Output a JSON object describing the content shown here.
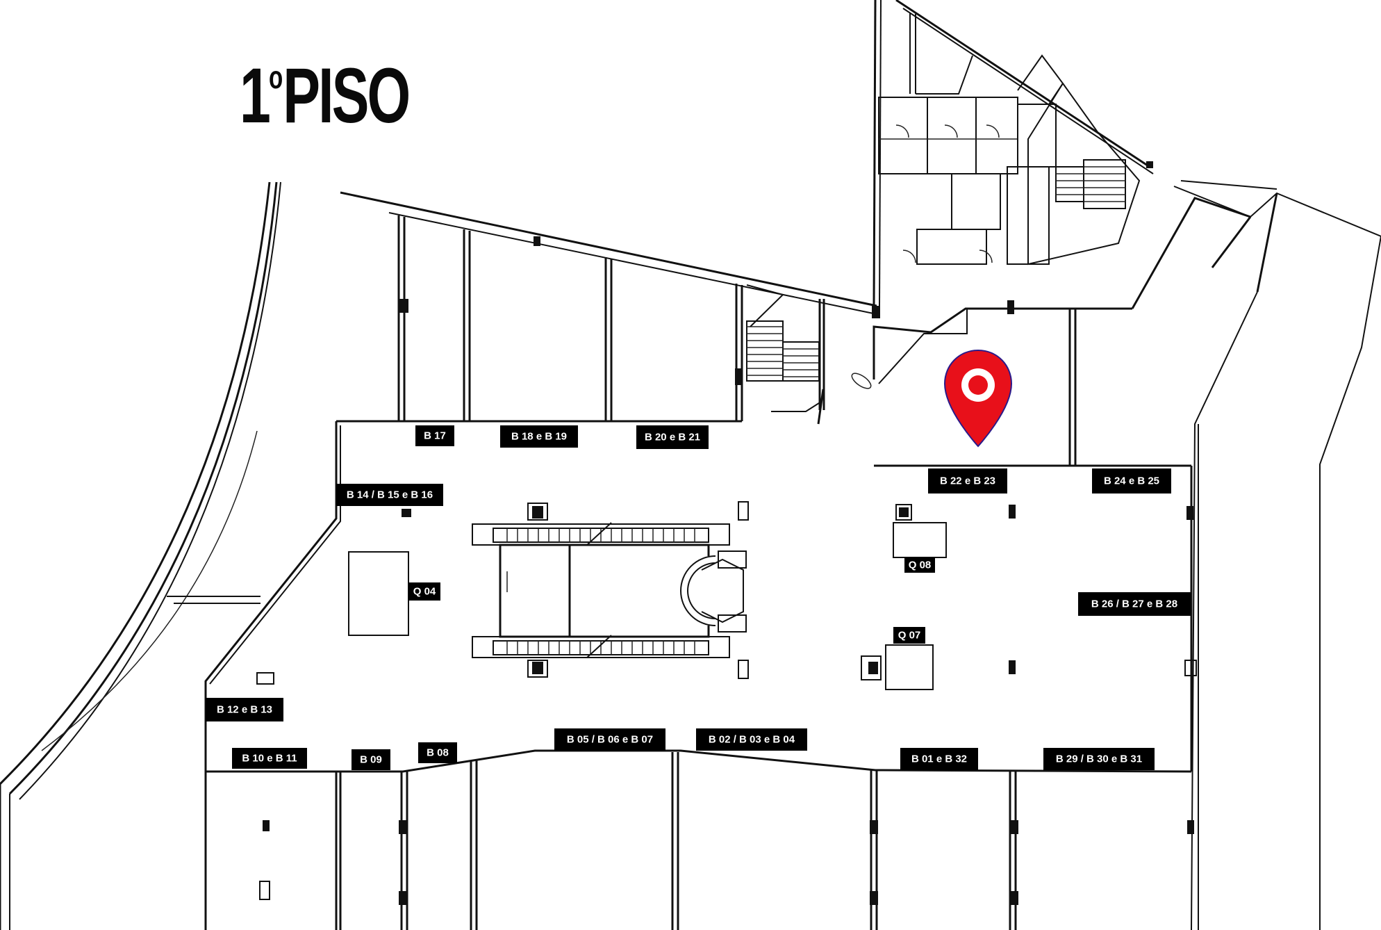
{
  "title": {
    "main": "1",
    "ordinal": "o",
    "suffix": "PISO"
  },
  "marker": {
    "name": "location-pin-icon",
    "color": "#e8101a",
    "store": "B 22 e B 23"
  },
  "labels": {
    "b17": "B 17",
    "b18_19": "B 18 e B 19",
    "b20_21": "B 20 e B 21",
    "b14_16": "B 14 / B 15 e B 16",
    "b22_23": "B 22 e B 23",
    "b24_25": "B 24 e B 25",
    "q08": "Q 08",
    "q04": "Q 04",
    "b26_28": "B 26 / B 27 e B 28",
    "q07": "Q 07",
    "b12_13": "B 12 e B 13",
    "b05_07": "B 05 / B 06 e B 07",
    "b02_04": "B 02 / B 03 e B 04",
    "b10_11": "B 10 e B 11",
    "b09": "B 09",
    "b08": "B 08",
    "b01_32": "B 01 e B 32",
    "b29_31": "B 29 / B 30 e B 31"
  }
}
